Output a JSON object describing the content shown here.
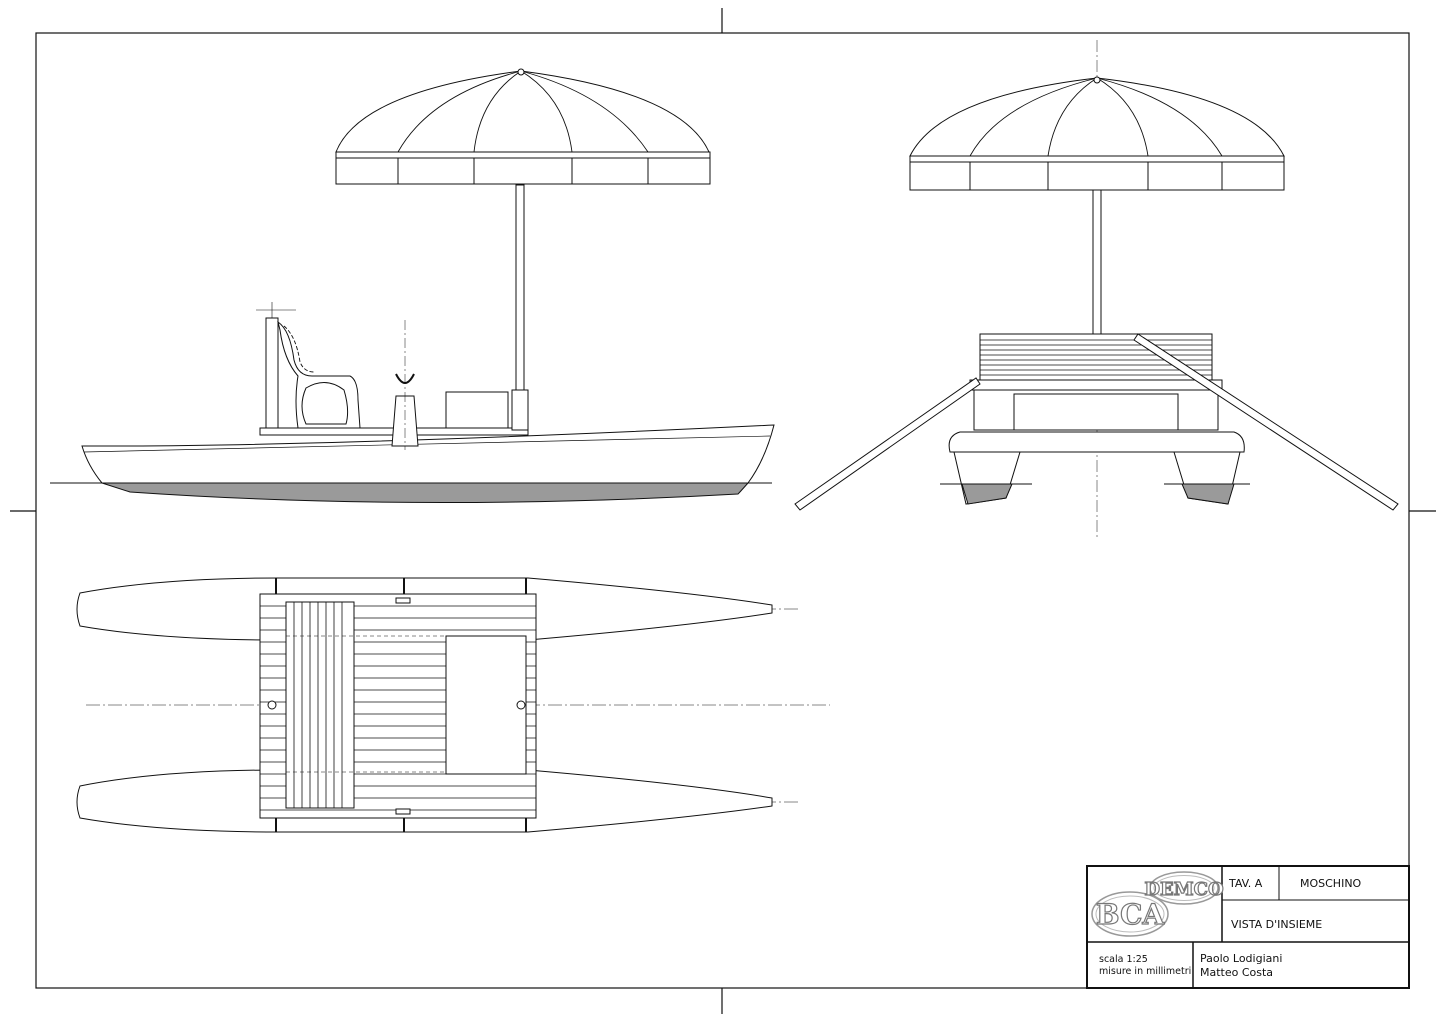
{
  "title_block": {
    "sheet_label": "TAV. A",
    "project_name": "MOSCHINO",
    "drawing_title": "VISTA D'INSIEME",
    "scale": "scala 1:25",
    "units": "misure in millimetri",
    "author_1": "Paolo Lodigiani",
    "author_2": "Matteo Costa"
  },
  "logo": {
    "line_1": "DEMCO",
    "line_2": "BCA"
  },
  "views": [
    {
      "name": "side-elevation"
    },
    {
      "name": "front-elevation"
    },
    {
      "name": "plan-view"
    }
  ],
  "colors": {
    "ink": "#111111",
    "hull_underwater": "#9a9a9a",
    "paper": "#ffffff"
  }
}
